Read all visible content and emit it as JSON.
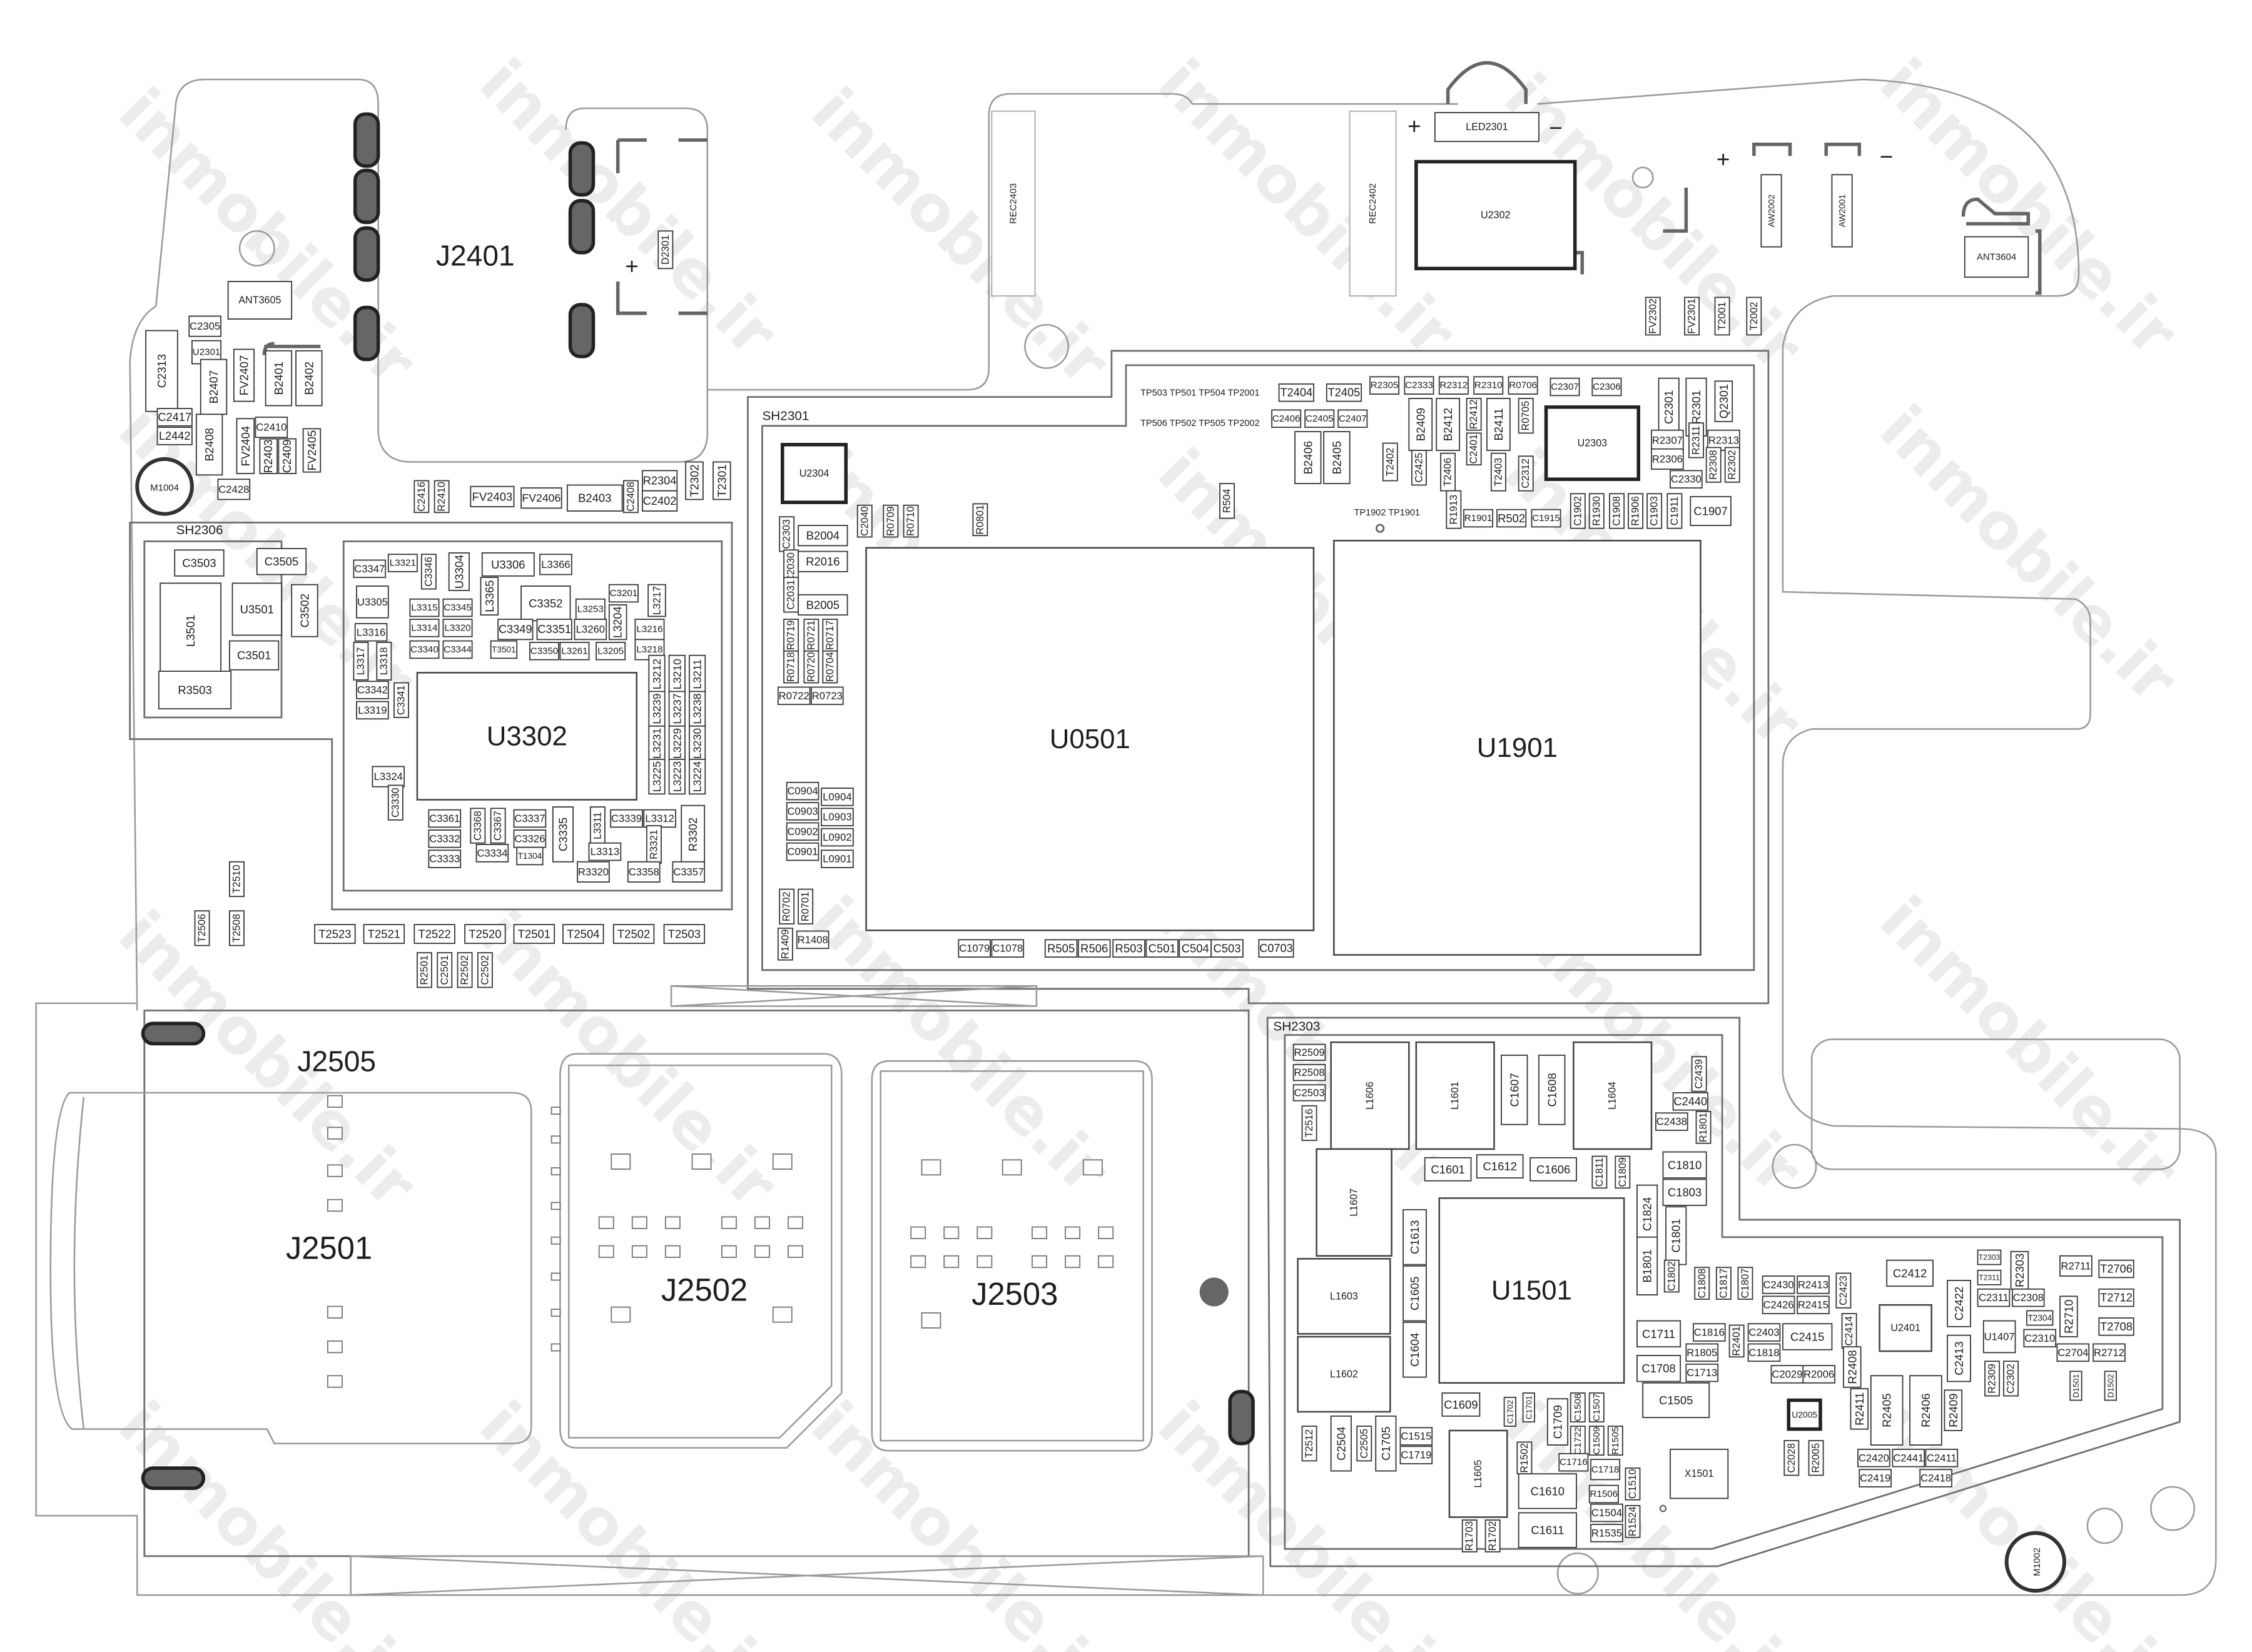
{
  "watermark": "inmobile.ir",
  "shields": {
    "sh2306": "SH2306",
    "sh2301": "SH2301",
    "sh2303": "SH2303"
  },
  "connectors": {
    "j2401": "J2401",
    "j2505": "J2505",
    "j2501": "J2501",
    "j2502": "J2502",
    "j2503": "J2503"
  },
  "mounts": {
    "m1004": "M1004",
    "m1002": "M1002"
  },
  "test_points": {
    "row1": "TP503 TP501 TP504 TP2001",
    "row2": "TP506 TP502 TP505 TP2002",
    "row3": "TP1902 TP1901"
  },
  "polarity": {
    "plus": "+",
    "minus": "−"
  },
  "components": {
    "top_left": [
      "ANT3605",
      "C2305",
      "U2301",
      "C2313",
      "B2407",
      "FV2407",
      "B2401",
      "B2402",
      "C2417",
      "L2442",
      "B2408",
      "FV2404",
      "C2410",
      "R2403",
      "C2409",
      "FV2405",
      "C2428",
      "D2301"
    ],
    "strip": [
      "C2416",
      "R2410",
      "FV2403",
      "FV2406",
      "B2403",
      "C2408",
      "R2304",
      "C2402",
      "T2302",
      "T2301"
    ],
    "top_right": [
      "REC2403",
      "REC2402",
      "LED2301",
      "U2302",
      "AW2002",
      "AW2001",
      "ANT3604",
      "FV2302",
      "FV2301",
      "T2001",
      "T2002"
    ],
    "sh2306_area": [
      "C3503",
      "C3505",
      "L3501",
      "U3501",
      "C3502",
      "C3501",
      "R3503",
      "C3347",
      "L3321",
      "C3346",
      "U3304",
      "U3306",
      "L3366",
      "U3305",
      "L3315",
      "C3345",
      "L3365",
      "C3352",
      "C3201",
      "L3217",
      "L3253",
      "L3316",
      "L3314",
      "L3320",
      "C3349",
      "C3351",
      "L3260",
      "L3204",
      "L3216",
      "L3317",
      "L3318",
      "C3340",
      "C3344",
      "T3501",
      "C3350",
      "L3261",
      "L3205",
      "L3218",
      "L3212",
      "L3210",
      "L3211",
      "C3342",
      "L3319",
      "C3341",
      "L3239",
      "L3237",
      "L3238",
      "L3231",
      "L3229",
      "L3230",
      "L3225",
      "L3223",
      "L3224",
      "U3302",
      "L3324",
      "C3330",
      "C3361",
      "C3332",
      "C3333",
      "C3368",
      "C3367",
      "C3334",
      "C3337",
      "C3326",
      "T1304",
      "C3335",
      "L3311",
      "C3339",
      "L3312",
      "L3313",
      "R3321",
      "R3302",
      "R3320",
      "C3358",
      "C3357"
    ],
    "test_row": [
      "T2510",
      "T2506",
      "T2508",
      "T2523",
      "T2521",
      "T2522",
      "T2520",
      "T2501",
      "T2504",
      "T2502",
      "T2503",
      "R2501",
      "C2501",
      "R2502",
      "C2502"
    ],
    "sh2301_area": [
      "T2404",
      "T2405",
      "C2406",
      "C2405",
      "C2407",
      "B2406",
      "B2405",
      "R2305",
      "C2333",
      "R2312",
      "R2310",
      "R0706",
      "C2307",
      "C2306",
      "B2409",
      "B2412",
      "R2412",
      "B2411",
      "R0705",
      "C2401",
      "T2402",
      "C2425",
      "T2406",
      "T2403",
      "C2312",
      "U2303",
      "C2301",
      "R2301",
      "Q2301",
      "R2307",
      "R2311",
      "R2313",
      "R2306",
      "R2308",
      "R2302",
      "C2330",
      "R504",
      "R1913",
      "R1901",
      "R502",
      "C1915",
      "C1902",
      "R1930",
      "C1908",
      "R1906",
      "C1903",
      "C1911",
      "C1907",
      "U2304",
      "C2303",
      "B2004",
      "C2030",
      "R2016",
      "C2031",
      "B2005",
      "C2040",
      "R0709",
      "R0710",
      "R0801",
      "R0719",
      "R0721",
      "R0717",
      "R0718",
      "R0720",
      "R0704",
      "R0722",
      "R0723",
      "C0904",
      "C0903",
      "C0902",
      "C0901",
      "L0904",
      "L0903",
      "L0902",
      "L0901",
      "R0702",
      "R0701",
      "R1409",
      "R1408",
      "U0501",
      "U1901",
      "C1079",
      "C1078",
      "R505",
      "R506",
      "R503",
      "C501",
      "C504",
      "C503",
      "C0703"
    ],
    "sh2303_area": [
      "R2509",
      "R2508",
      "C2503",
      "T2516",
      "L1606",
      "L1601",
      "C1607",
      "C1608",
      "L1604",
      "C2439",
      "C2440",
      "C2438",
      "R1801",
      "L1607",
      "C1601",
      "C1612",
      "C1606",
      "C1811",
      "C1809",
      "C1810",
      "C1803",
      "C1824",
      "C1613",
      "C1801",
      "B1801",
      "C1802",
      "C1808",
      "C1817",
      "C1807",
      "U1501",
      "L1603",
      "C1605",
      "L1602",
      "C1604",
      "C1711",
      "C1816",
      "R2401",
      "C2403",
      "C2415",
      "R1805",
      "C1818",
      "C1708",
      "C1713",
      "C2029",
      "R2006",
      "C1505",
      "C1609",
      "C1702",
      "C1701",
      "C1709",
      "C1508",
      "C1507",
      "C1722",
      "C1509",
      "R1505",
      "T2512",
      "C2504",
      "C2505",
      "C1705",
      "C1515",
      "C1719",
      "L1605",
      "R1502",
      "C1716",
      "C1718",
      "C1510",
      "C1610",
      "R1506",
      "C1504",
      "C1611",
      "R1524",
      "R1535",
      "R1703",
      "R1702",
      "X1501",
      "U2005",
      "C2028",
      "R2005",
      "C2430",
      "R2413",
      "C2426",
      "R2415",
      "C2423",
      "C2414",
      "R2408",
      "R2411",
      "C2412",
      "U2401",
      "C2422",
      "C2413",
      "R2405",
      "R2406",
      "R2409",
      "C2420",
      "C2441",
      "C2411",
      "C2419",
      "C2418"
    ],
    "right_area": [
      "T2303",
      "T2311",
      "R2303",
      "C2311",
      "C2308",
      "T2304",
      "U1407",
      "C2310",
      "R2309",
      "C2302",
      "R2711",
      "T2706",
      "T2712",
      "T2708",
      "R2710",
      "C2704",
      "R2712",
      "D1501",
      "D1502"
    ]
  }
}
